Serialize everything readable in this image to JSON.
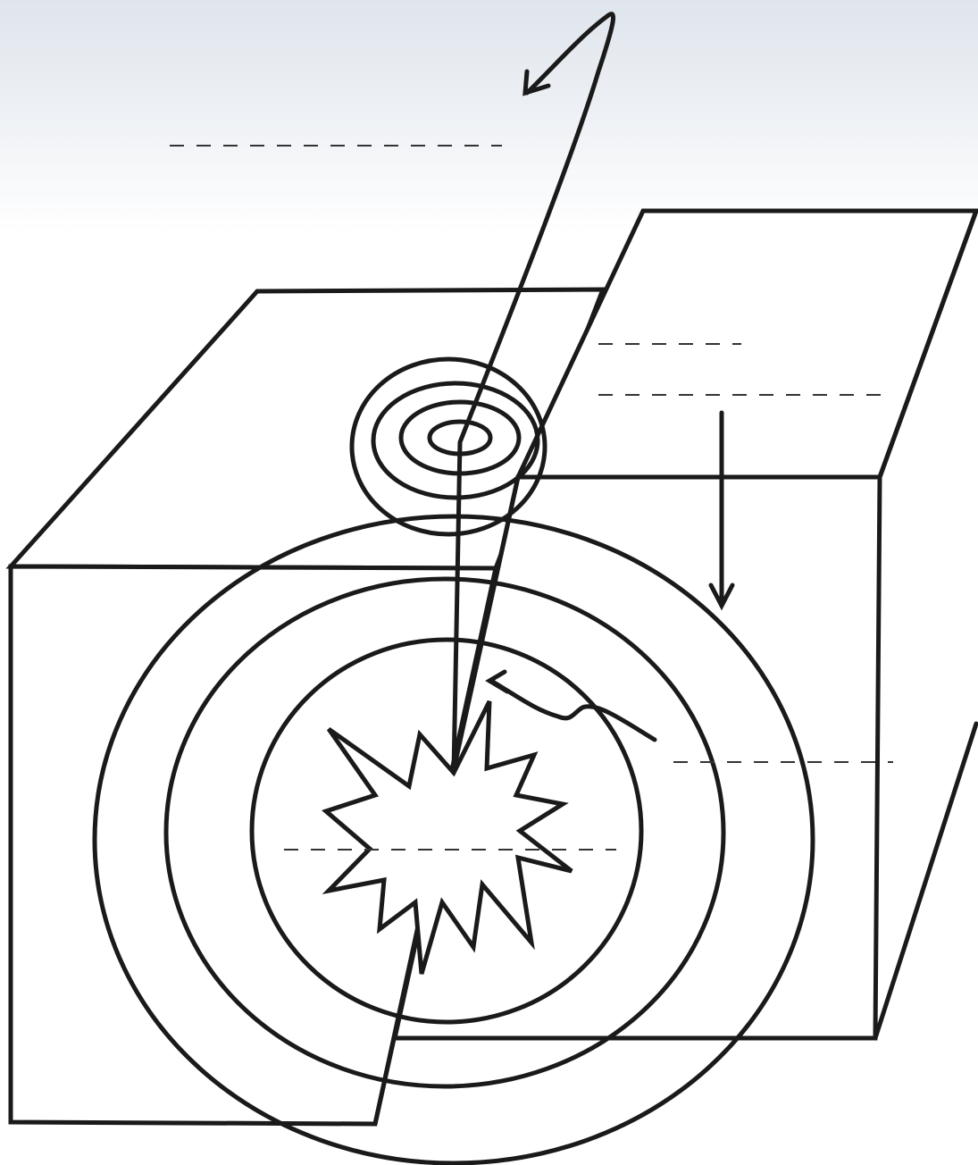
{
  "diagram": {
    "label_lines": [
      {
        "id": "leader-top-left"
      },
      {
        "id": "leader-upper-right-short"
      },
      {
        "id": "leader-upper-right-long"
      },
      {
        "id": "leader-right-middle"
      },
      {
        "id": "leader-center"
      }
    ]
  },
  "colors": {
    "line": "#1a1a1a",
    "background_top": "#dfe5ec",
    "background": "#ffffff"
  }
}
